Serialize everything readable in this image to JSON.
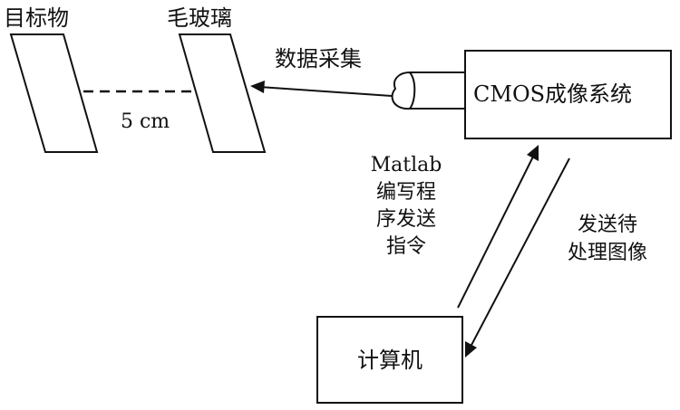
{
  "labels": {
    "target": "目标物",
    "frosted_glass": "毛玻璃",
    "distance": "5 cm",
    "data_capture": "数据采集",
    "cmos_system": "CMOS成像系统",
    "matlab_line1": "Matlab",
    "matlab_line2": "编写程",
    "matlab_line3": "序发送",
    "matlab_line4": "指令",
    "send_line1": "发送待",
    "send_line2": "处理图像",
    "computer": "计算机"
  },
  "colors": {
    "stroke": "#111111",
    "background": "#ffffff"
  }
}
